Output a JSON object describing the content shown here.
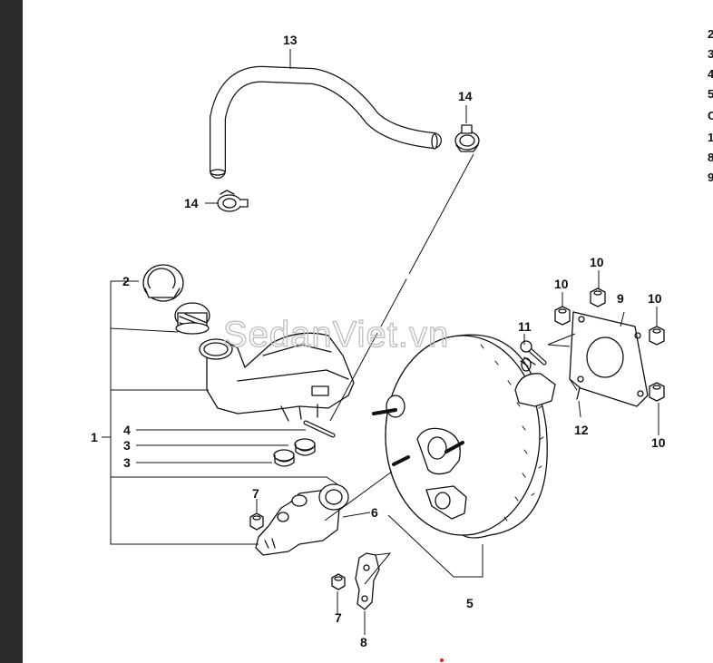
{
  "viewer": {
    "scroll_icon": "scroll-thumb"
  },
  "watermark": "SedanViet.vn",
  "callouts": {
    "c1": "1",
    "c2": "2",
    "c3a": "3",
    "c3b": "3",
    "c4": "4",
    "c5": "5",
    "c6": "6",
    "c7a": "7",
    "c7b": "7",
    "c8": "8",
    "c9": "9",
    "c10a": "10",
    "c10b": "10",
    "c10c": "10",
    "c10d": "10",
    "c11": "11",
    "c12": "12",
    "c13": "13",
    "c14a": "14",
    "c14b": "14"
  },
  "right_edge_chars": [
    "2",
    "3",
    "4",
    "5",
    "C",
    "1",
    "8",
    "9"
  ]
}
